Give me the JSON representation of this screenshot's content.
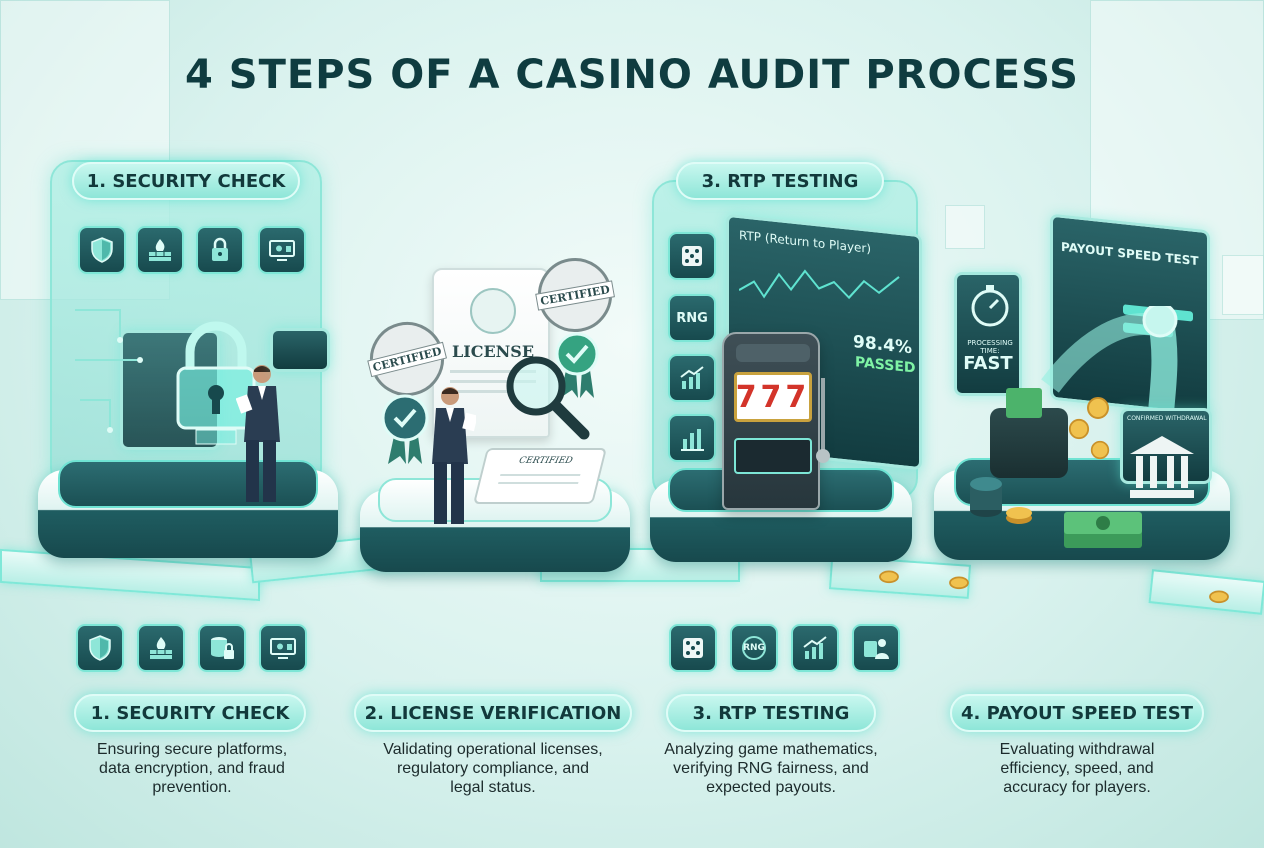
{
  "title": "4 STEPS OF A CASINO AUDIT PROCESS",
  "steps": [
    {
      "label": "1. SECURITY CHECK",
      "description": [
        "Ensuring secure platforms,",
        "data encryption, and fraud",
        "prevention."
      ],
      "icons": [
        "shield-icon",
        "firewall-icon",
        "database-lock-icon",
        "monitor-settings-icon"
      ]
    },
    {
      "label": "2. LICENSE VERIFICATION",
      "description": [
        "Validating operational licenses,",
        "regulatory compliance, and",
        "legal status."
      ],
      "icons": []
    },
    {
      "label": "3. RTP TESTING",
      "description": [
        "Analyzing game mathematics,",
        "verifying RNG fairness, and",
        "expected payouts."
      ],
      "icons": [
        "dice-icon",
        "rng-icon",
        "chart-up-icon",
        "person-badge-icon"
      ]
    },
    {
      "label": "4. PAYOUT SPEED TEST",
      "description": [
        "Evaluating withdrawal",
        "efficiency, speed, and",
        "accuracy for players."
      ],
      "icons": []
    }
  ],
  "scene": {
    "step1_panel_label": "1. SECURITY CHECK",
    "step3_panel_label": "3. RTP TESTING",
    "license_doc": "LICENSE",
    "certified_stamp_1": "CERTIFIED",
    "certified_stamp_2": "CERTIFIED",
    "certified_clipboard": "CERTIFIED",
    "rtp_screen_title": "RTP (Return to Player)",
    "rtp_value": "98.4%",
    "rtp_status": "PASSED",
    "rng_label": "RNG",
    "slot_symbols": "777",
    "payout_screen_title": "PAYOUT SPEED TEST",
    "processing_label": "PROCESSING TIME:",
    "processing_value": "FAST",
    "withdrawal_label": "CONFIRMED WITHDRAWAL"
  },
  "colors": {
    "accent": "#8ee6d8",
    "dark_teal": "#174a4e",
    "title": "#0f3c40",
    "glow": "#5fe3d0"
  }
}
